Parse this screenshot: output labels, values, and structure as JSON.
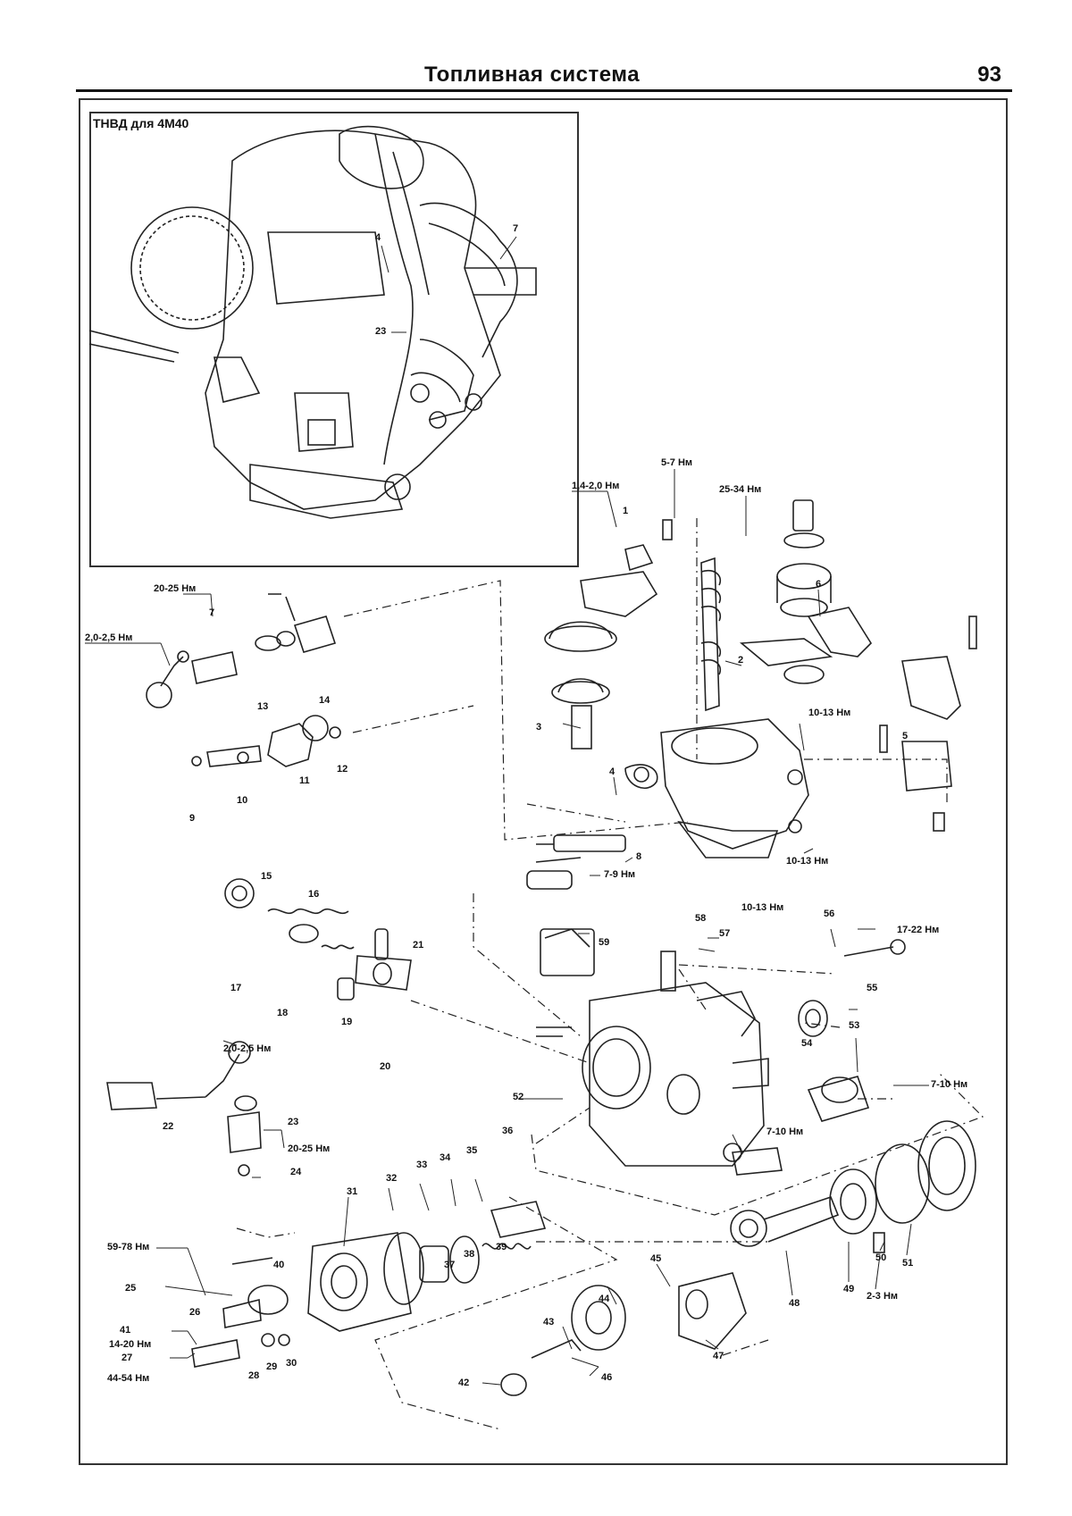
{
  "header": {
    "title": "Топливная система",
    "page_number": "93"
  },
  "inset": {
    "title": "ТНВД для 4M40",
    "callouts": [
      "4",
      "7",
      "23"
    ]
  },
  "labels": {
    "l1": "1,4-2,0 Нм",
    "l2": "5-7 Нм",
    "l3": "25-34 Нм",
    "l4": "1",
    "l5": "6",
    "l6": "2",
    "l7": "3",
    "l8": "10-13 Нм",
    "l9": "5",
    "l10": "4",
    "l11": "8",
    "l12": "7-9 Нм",
    "l13": "10-13 Нм",
    "l14": "20-25 Нм",
    "l15": "7",
    "l16": "2,0-2,5 Нм",
    "l17": "13",
    "l18": "14",
    "l19": "11",
    "l20": "12",
    "l21": "10",
    "l22": "9",
    "l23": "15",
    "l24": "16",
    "l25": "21",
    "l26": "17",
    "l27": "18",
    "l28": "19",
    "l29": "20",
    "l30": "10-13 Нм",
    "l31": "58",
    "l32": "57",
    "l33": "59",
    "l34": "56",
    "l35": "17-22 Нм",
    "l36": "55",
    "l37": "54",
    "l38": "53",
    "l39": "7-10 Нм",
    "l40": "52",
    "l41": "7-10 Нм",
    "l42": "2,0-2,5 Нм",
    "l43": "22",
    "l44": "23",
    "l45": "20-25 Нм",
    "l46": "24",
    "l47": "31",
    "l48": "32",
    "l49": "33",
    "l50": "34",
    "l51": "35",
    "l52": "36",
    "l53": "59-78 Нм",
    "l54": "25",
    "l55": "40",
    "l56": "26",
    "l57": "41",
    "l58": "14-20 Нм",
    "l59": "27",
    "l60": "44-54 Нм",
    "l61": "28",
    "l62": "29",
    "l63": "30",
    "l64": "37",
    "l65": "38",
    "l66": "39",
    "l67": "43",
    "l68": "44",
    "l69": "42",
    "l70": "46",
    "l71": "45",
    "l72": "47",
    "l73": "48",
    "l74": "49",
    "l75": "50",
    "l76": "51",
    "l77": "2-3 Нм"
  }
}
